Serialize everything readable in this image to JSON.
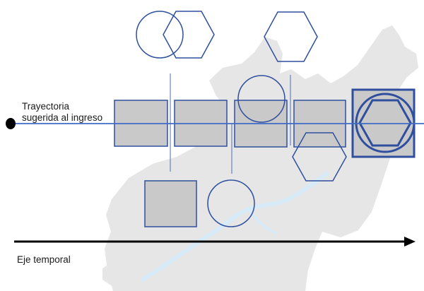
{
  "trajectory_label_line1": "Trayectoria",
  "trajectory_label_line2": "sugerida al ingreso",
  "time_axis_label": "Eje temporal",
  "colors": {
    "shape_stroke": "#2f4f9e",
    "box_fill": "#c9c9c9",
    "trajectory_line": "#3f6bc4",
    "map_background": "#e6e6e6",
    "river": "#d6eaf8",
    "axis_arrow": "#000000"
  }
}
